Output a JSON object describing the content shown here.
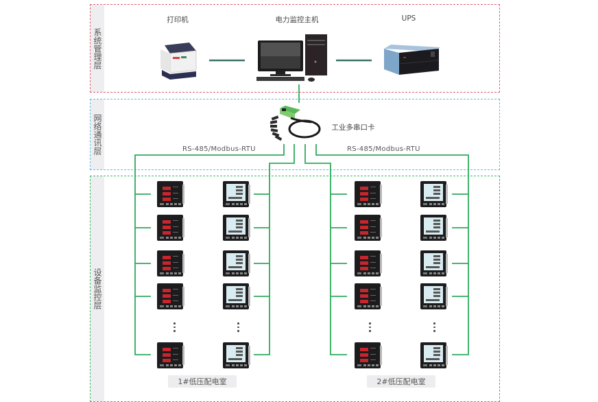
{
  "layers": {
    "system": {
      "label": "系统管理层",
      "color": "#e0606f"
    },
    "network": {
      "label": "网络通讯层",
      "color": "#5cbde0"
    },
    "device": {
      "label": "设备监控层",
      "color": "#3cb56a"
    }
  },
  "system_devices": {
    "printer": {
      "label": "打印机",
      "icon": "printer-icon"
    },
    "host": {
      "label": "电力监控主机",
      "icon": "computer-icon"
    },
    "ups": {
      "label": "UPS",
      "icon": "ups-icon"
    }
  },
  "network": {
    "card_label": "工业多串口卡",
    "card_icon": "serial-card-icon",
    "protocol_left": "RS-485/Modbus-RTU",
    "protocol_right": "RS-485/Modbus-RTU"
  },
  "rooms": [
    {
      "label": "1#低压配电室",
      "meter_types": [
        "led-meter",
        "lcd-meter"
      ]
    },
    {
      "label": "2#低压配电室",
      "meter_types": [
        "led-meter",
        "lcd-meter"
      ]
    }
  ],
  "colors": {
    "wire": "#2eaa5c",
    "link": "#3b6e6a"
  }
}
